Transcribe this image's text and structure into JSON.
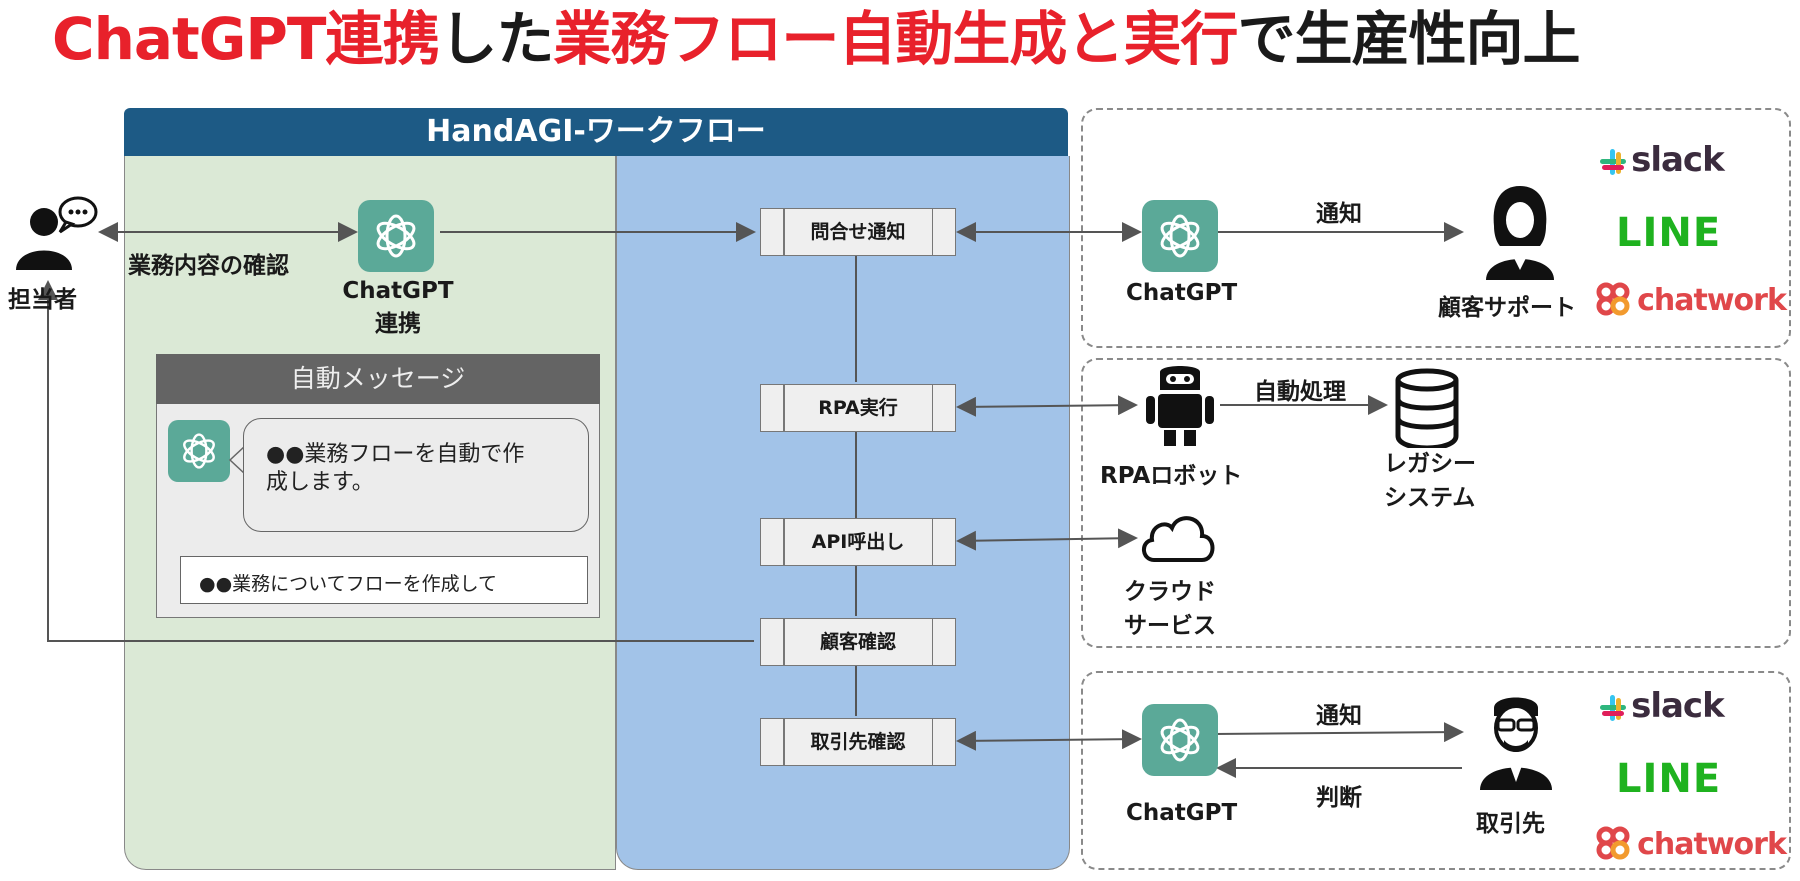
{
  "title": {
    "parts": [
      {
        "text": "ChatGPT連携",
        "color": "red"
      },
      {
        "text": "した",
        "color": "black"
      },
      {
        "text": "業務フロー自動生成と実行",
        "color": "red"
      },
      {
        "text": "で生産性向上",
        "color": "black"
      }
    ]
  },
  "workflow": {
    "header": "HandAGI-ワークフロー",
    "steps": [
      "問合せ通知",
      "RPA実行",
      "API呼出し",
      "顧客確認",
      "取引先確認"
    ]
  },
  "left": {
    "person_label": "担当者",
    "check_label": "業務内容の確認",
    "chatgpt_label_line1": "ChatGPT",
    "chatgpt_label_line2": "連携"
  },
  "auto_message": {
    "header": "自動メッセージ",
    "bubble_line1": "●●業務フローを自動で作",
    "bubble_line2": "成します。",
    "input_value": "●●業務についてフローを作成して"
  },
  "right_top": {
    "chatgpt_label": "ChatGPT",
    "arrow_label": "通知",
    "person_label": "顧客サポート",
    "brands": [
      "slack",
      "LINE",
      "chatwork"
    ]
  },
  "right_mid": {
    "robot_label": "RPAロボット",
    "process_label": "自動処理",
    "legacy_line1": "レガシー",
    "legacy_line2": "システム",
    "cloud_line1": "クラウド",
    "cloud_line2": "サービス"
  },
  "right_bottom": {
    "chatgpt_label": "ChatGPT",
    "notify_label": "通知",
    "judge_label": "判断",
    "person_label": "取引先",
    "brands": [
      "slack",
      "LINE",
      "chatwork"
    ]
  },
  "colors": {
    "title_red": "#e8212b",
    "header_blue": "#1d5a85",
    "panel_green": "#dbe9d6",
    "panel_blue": "#a2c3e8",
    "chatgpt_green": "#5ba998",
    "line_green": "#1fb21f",
    "chatwork_red": "#e0474a"
  }
}
